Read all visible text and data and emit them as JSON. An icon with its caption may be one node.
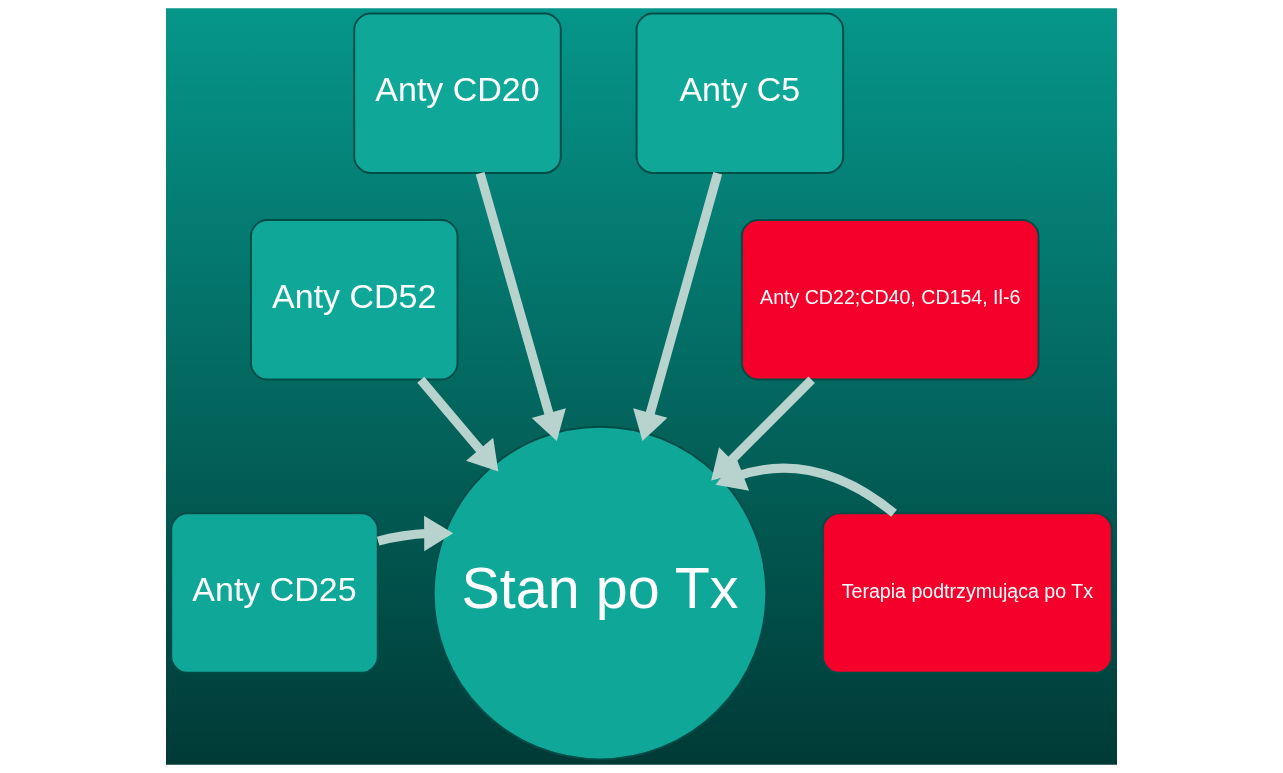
{
  "diagram": {
    "nodes": [
      {
        "text": [
          "Anty CD20"
        ]
      },
      {
        "text": [
          "Anty C5"
        ]
      },
      {
        "text": [
          "Anty CD52"
        ]
      },
      {
        "text": [
          "Anty CD22;CD40, CD154, Il-6"
        ]
      },
      {
        "text": [
          "Anty CD25"
        ]
      },
      {
        "text": [
          "Stan po Tx"
        ]
      },
      {
        "text": [
          "Terapia podtrzymująca po Tx"
        ]
      }
    ],
    "edges": [
      {
        "from": 2,
        "to": 5,
        "arrow": "to"
      },
      {
        "from": 0,
        "to": 5,
        "arrow": "to"
      },
      {
        "from": 1,
        "to": 5,
        "arrow": "to"
      },
      {
        "from": 3,
        "to": 5,
        "arrow": "to"
      },
      {
        "from": 4,
        "to": 5,
        "arrow": "to"
      },
      {
        "from": 6,
        "to": 5,
        "arrow": "to"
      }
    ]
  }
}
